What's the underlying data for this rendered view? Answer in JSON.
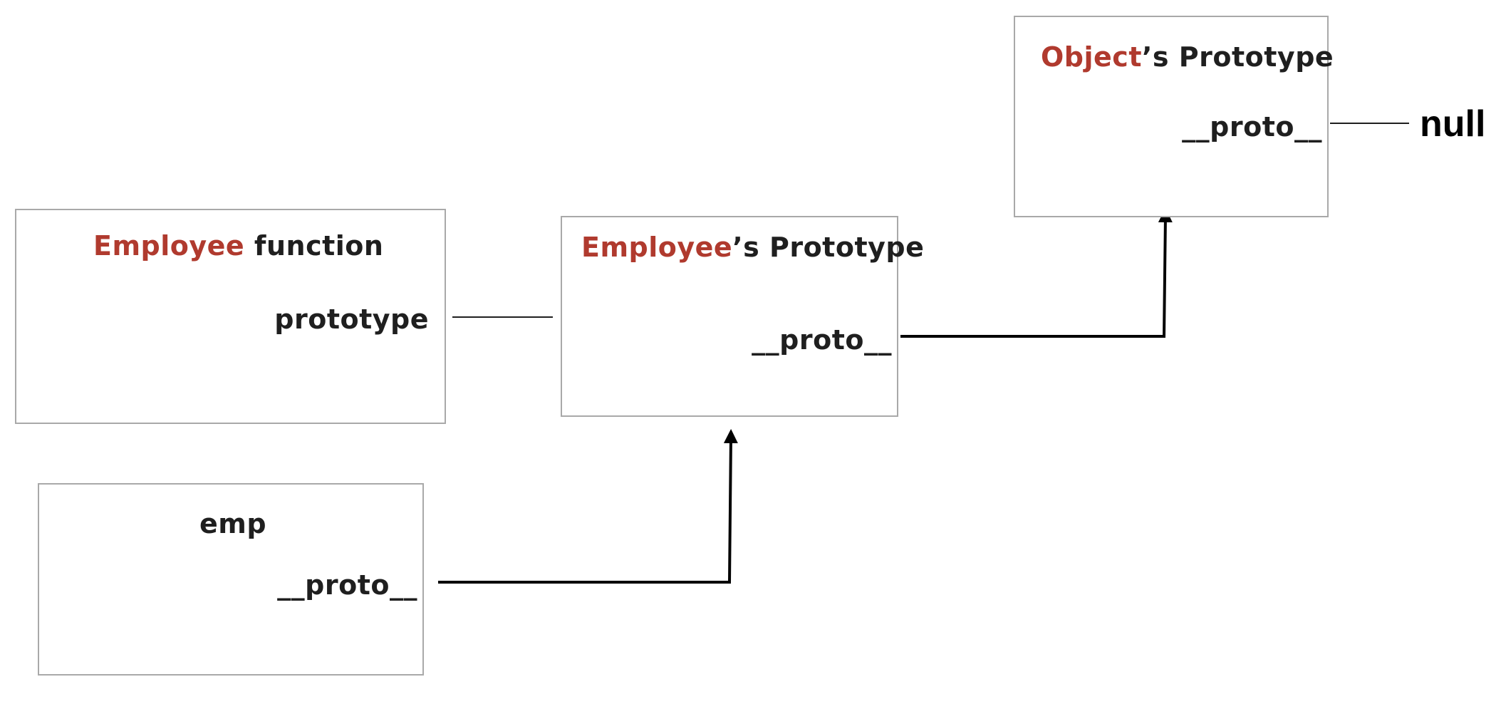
{
  "employee_function": {
    "title_accent": "Employee",
    "title_rest": " function",
    "field": "prototype"
  },
  "employee_prototype": {
    "title_accent": "Employee",
    "title_rest": "’s Prototype",
    "field": "__proto__"
  },
  "object_prototype": {
    "title_accent": "Object",
    "title_rest": "’s Prototype",
    "field": "__proto__"
  },
  "emp": {
    "title": "emp",
    "field": "__proto__"
  },
  "terminal": {
    "label": "null"
  },
  "colors": {
    "accent": "#b03a2e",
    "text": "#1f1f1f",
    "box_border": "#a9a9a9",
    "arrow": "#000000"
  }
}
